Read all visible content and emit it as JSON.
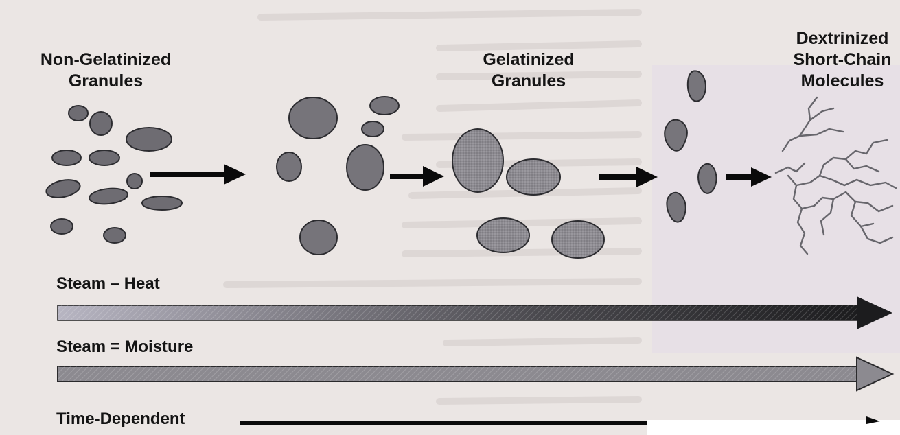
{
  "stages": {
    "non_gelatinized": {
      "line1": "Non-Gelatinized",
      "line2": "Granules"
    },
    "gelatinized": {
      "line1": "Gelatinized",
      "line2": "Granules"
    },
    "dextrinized": {
      "line1": "Dextrinized",
      "line2": "Short-Chain",
      "line3": "Molecules"
    }
  },
  "process_bars": {
    "heat": "Steam – Heat",
    "moisture": "Steam = Moisture",
    "time": "Time-Dependent"
  },
  "colors": {
    "granule_fill": "#6e6c72",
    "gel_fill": "#8b898f",
    "outline": "#2c2c30",
    "arrow": "#0a0a0a",
    "heat_bar": "#3b3a3e",
    "moisture_bar": "#8c8a90",
    "background": "#ebe6e4"
  }
}
